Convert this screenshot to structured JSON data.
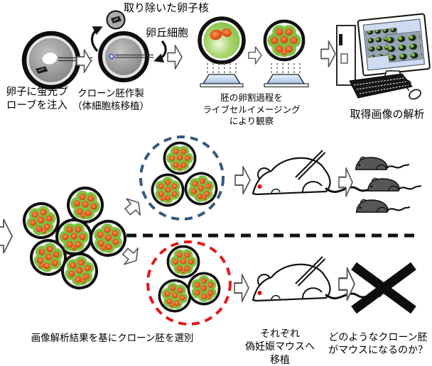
{
  "top_row": {
    "removed_nucleus_label": "取り除いた卵子核",
    "cumulus_cell_label": "卵丘細胞",
    "inject_caption_line1": "卵子に蛍光プ",
    "inject_caption_line2": "ローブを注入",
    "clone_caption_line1": "クローン胚作製",
    "clone_caption_line2": "（体細胞核移植）",
    "imaging_caption_line1": "胚の卵割過程を",
    "imaging_caption_line2": "ライブセルイメージング",
    "imaging_caption_line3": "により観察",
    "analysis_caption": "取得画像の解析"
  },
  "bottom_row": {
    "selection_caption": "画像解析結果を基にクローン胚を選別",
    "transfer_caption_line1": "それぞれ",
    "transfer_caption_line2": "偽妊娠マウスへ",
    "transfer_caption_line3": "移植",
    "question_caption_line1": "どのようなクローン胚",
    "question_caption_line2": "がマウスになるのか？"
  },
  "figures": {
    "oocyte_injection": "oocyte-with-needle",
    "nuclear_transfer": "oocyte-enucleation-and-transfer",
    "live_imaging": "fluorescent-embryos-on-objective",
    "image_analysis": "desktop-computer-with-embryo-grid",
    "embryo_selection": "embryo-cluster-split-into-groups",
    "selected_group": "blue-dashed-circle",
    "rejected_group": "red-dashed-circle",
    "embryo_transfer": "recipient-mouse-with-pipette",
    "outcome_success": "three-mouse-pups",
    "outcome_failure": "x-mark"
  },
  "colors": {
    "embryo_green": "#7cc23e",
    "nucleus_orange_red": "#e8481c",
    "selected_circle_blue": "#34597d",
    "rejected_circle_red": "#e41818",
    "screen_blue": "#cddcf2",
    "objective_blue": "#a9c6e8",
    "pup_gray": "#565656",
    "mouse_eye_red": "#e20000"
  }
}
